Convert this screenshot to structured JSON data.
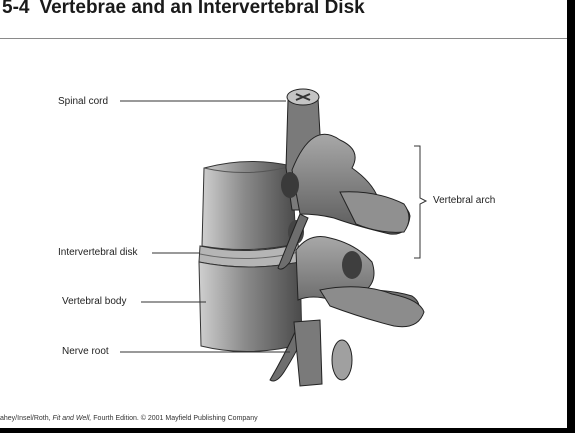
{
  "slide": {
    "number": "5-4",
    "title": "Vertebrae and an Intervertebral Disk"
  },
  "labels": {
    "spinal_cord": "Spinal cord",
    "intervertebral_disk": "Intervertebral disk",
    "vertebral_body": "Vertebral body",
    "nerve_root": "Nerve root",
    "vertebral_arch": "Vertebral arch"
  },
  "footer": {
    "authors": "ahey/Insel/Roth,",
    "book": "Fit and Well,",
    "edition": "Fourth Edition. © 2001 Mayfield Publishing Company"
  }
}
